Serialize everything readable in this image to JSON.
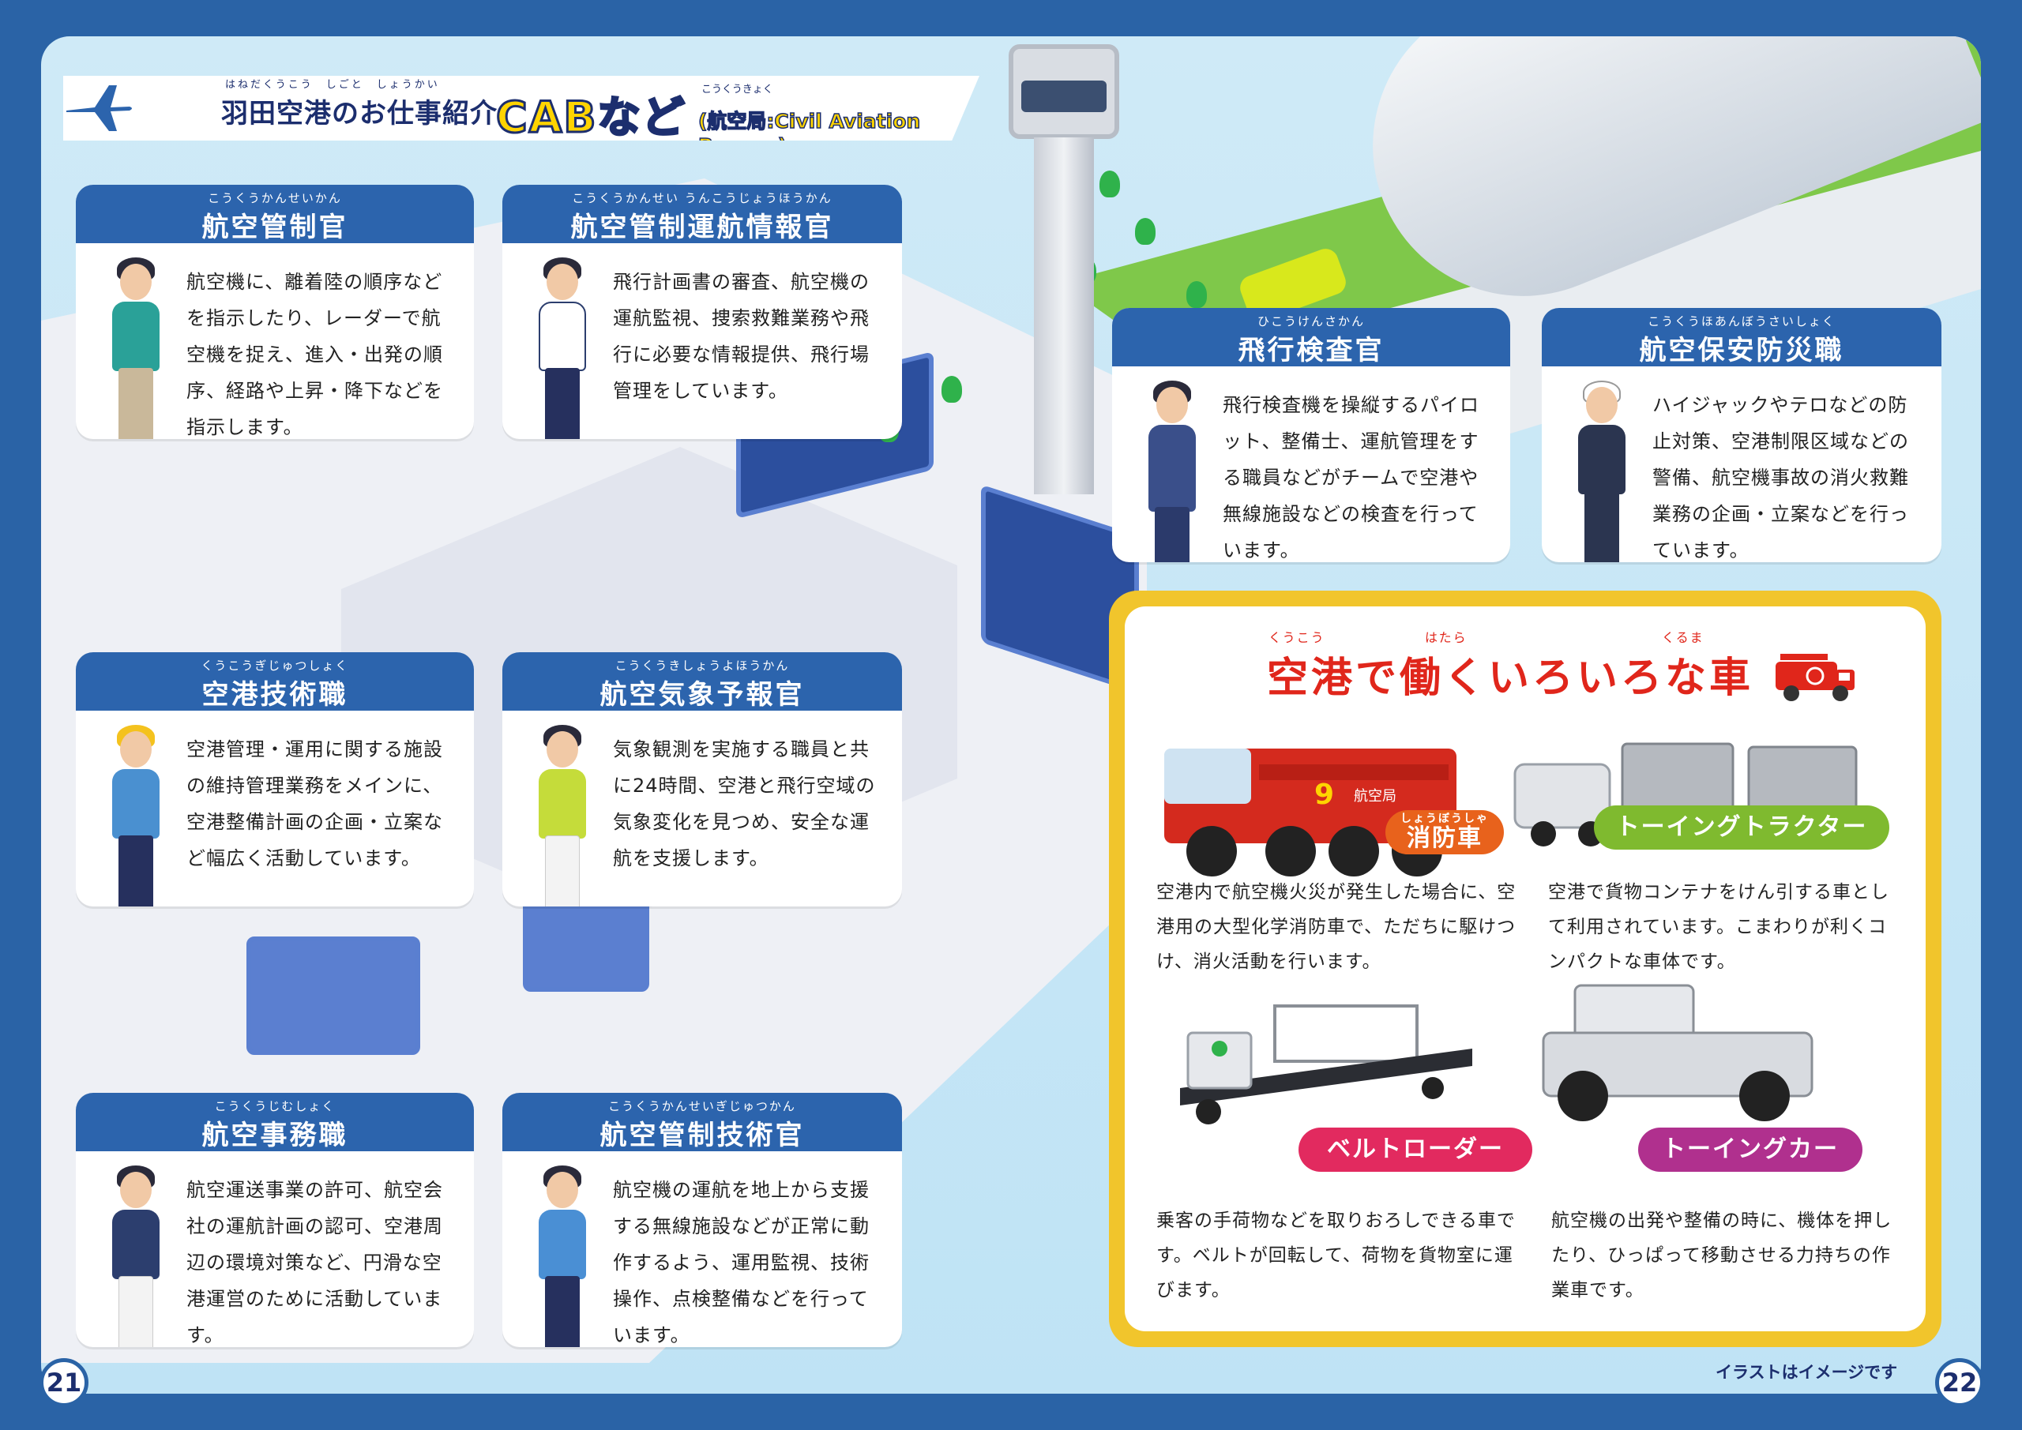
{
  "header": {
    "subtitle_ruby": "はねだくうこう　しごと　しょうかい",
    "subtitle": "羽田空港のお仕事紹介",
    "title": "CABなど",
    "title_en_ruby": "こうくうきょく",
    "title_en": "(航空局:Civil Aviation Bureau)"
  },
  "cards": [
    {
      "ruby": "こうくうかんせいかん",
      "title": "航空管制官",
      "body": "航空機に、離着陸の順序などを指示したり、レーダーで航空機を捉え、進入・出発の順序、経路や上昇・降下などを指示します。"
    },
    {
      "ruby": "こうくうかんせい うんこうじょうほうかん",
      "title": "航空管制運航情報官",
      "body": "飛行計画書の審査、航空機の運航監視、捜索救難業務や飛行に必要な情報提供、飛行場管理をしています。"
    },
    {
      "ruby": "ひこうけんさかん",
      "title": "飛行検査官",
      "body": "飛行検査機を操縦するパイロット、整備士、運航管理をする職員などがチームで空港や無線施設などの検査を行っています。"
    },
    {
      "ruby": "こうくうほあんぼうさいしょく",
      "title": "航空保安防災職",
      "body": "ハイジャックやテロなどの防止対策、空港制限区域などの警備、航空機事故の消火救難業務の企画・立案などを行っています。"
    },
    {
      "ruby": "くうこうぎじゅつしょく",
      "title": "空港技術職",
      "body": "空港管理・運用に関する施設の維持管理業務をメインに、空港整備計画の企画・立案など幅広く活動しています。"
    },
    {
      "ruby": "こうくうきしょうよほうかん",
      "title": "航空気象予報官",
      "body": "気象観測を実施する職員と共に24時間、空港と飛行空域の気象変化を見つめ、安全な運航を支援します。"
    },
    {
      "ruby": "こうくうじむしょく",
      "title": "航空事務職",
      "body": "航空運送事業の許可、航空会社の運航計画の認可、空港周辺の環境対策など、円滑な空港運営のために活動しています。"
    },
    {
      "ruby": "こうくうかんせいぎじゅつかん",
      "title": "航空管制技術官",
      "body": "航空機の運航を地上から支援する無線施設などが正常に動作するよう、運用監視、技術操作、点検整備などを行っています。"
    }
  ],
  "vehicles": {
    "title_ruby_1": "くうこう",
    "title_ruby_2": "はたら",
    "title_ruby_3": "くるま",
    "title": "空港で働くいろいろな車",
    "items": [
      {
        "name_ruby": "しょうぼうしゃ",
        "name": "消防車",
        "color": "#e8621c",
        "text": "空港内で航空機火災が発生した場合に、空港用の大型化学消防車で、ただちに駆けつけ、消火活動を行います。"
      },
      {
        "name_ruby": "",
        "name": "トーイングトラクター",
        "color": "#7fba2f",
        "text": "空港で貨物コンテナをけん引する車として利用されています。こまわりが利くコンパクトな車体です。"
      },
      {
        "name_ruby": "",
        "name": "ベルトローダー",
        "color": "#e22a5f",
        "text": "乗客の手荷物などを取りおろしできる車です。ベルトが回転して、荷物を貨物室に運びます。"
      },
      {
        "name_ruby": "",
        "name": "トーイングカー",
        "color": "#b0308e",
        "text": "航空機の出発や整備の時に、機体を押したり、ひっぱって移動させる力持ちの作業車です。"
      }
    ],
    "firetruck_label": "9",
    "firetruck_text": "航空局"
  },
  "pages": {
    "left": "21",
    "right": "22"
  },
  "footnote": "イラストはイメージです",
  "colors": {
    "frame": "#2a63a6",
    "card_header": "#2c64ad",
    "title_yellow": "#ffd400",
    "navy": "#1c2e6e",
    "vehicle_border": "#f1c52c",
    "vehicle_title": "#e0261b"
  }
}
